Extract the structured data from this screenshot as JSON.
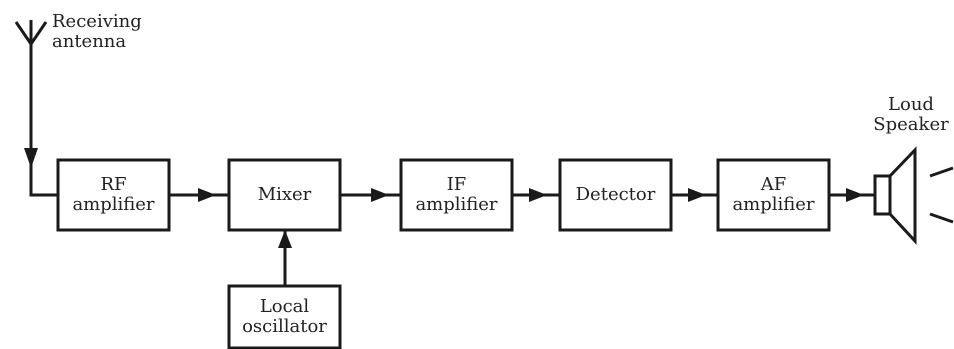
{
  "diagram": {
    "antenna_label": "Receiving\nantenna",
    "blocks": {
      "rf": "RF\namplifier",
      "mixer": "Mixer",
      "if": "IF\namplifier",
      "detector": "Detector",
      "af": "AF\namplifier",
      "lo": "Local\noscillator"
    },
    "speaker_label": "Loud\nSpeaker",
    "line_color": "#1a1a1a"
  }
}
